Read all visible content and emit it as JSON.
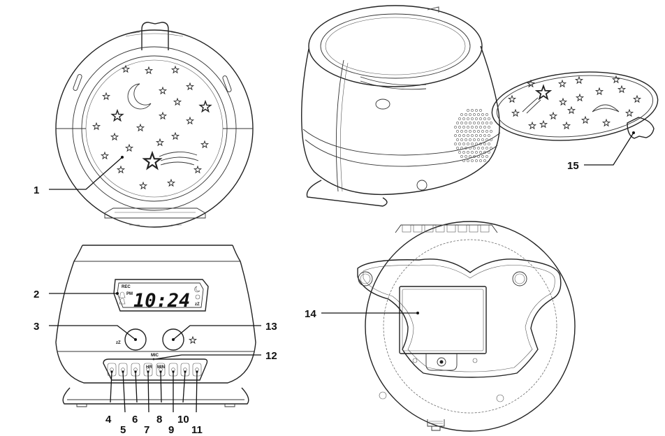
{
  "callouts": {
    "c1": "1",
    "c2": "2",
    "c3": "3",
    "c4": "4",
    "c5": "5",
    "c6": "6",
    "c7": "7",
    "c8": "8",
    "c9": "9",
    "c10": "10",
    "c11": "11",
    "c12": "12",
    "c13": "13",
    "c14": "14",
    "c15": "15"
  },
  "display": {
    "time": "10:24",
    "pm": "PM",
    "rec": "REC",
    "zz": "zZ"
  },
  "front_panel": {
    "knob_left_label": "zZ",
    "mic_label": "MIC",
    "hr_label": "HR",
    "min_label": "MIN"
  },
  "icons": [
    "star-icon",
    "moon-icon",
    "shooting-star-icon",
    "bell-icon",
    "clock-icon",
    "speaker-grille-icon"
  ]
}
